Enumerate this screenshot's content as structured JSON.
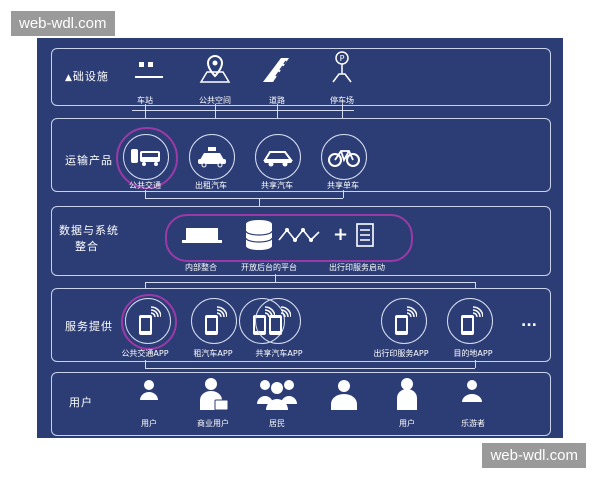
{
  "watermark": {
    "top": "web-wdl.com",
    "bottom": "web-wdl.com"
  },
  "layers": {
    "infrastructure": {
      "title": "础设施",
      "items": [
        {
          "label": "车站",
          "icon": "station-icon"
        },
        {
          "label": "公共空间",
          "icon": "map-pin-icon"
        },
        {
          "label": "道路",
          "icon": "road-icon"
        },
        {
          "label": "停车场",
          "icon": "parking-icon"
        }
      ]
    },
    "transport": {
      "title": "运输产品",
      "items": [
        {
          "label": "公共交通",
          "icon": "bus-train-icon"
        },
        {
          "label": "出租汽车",
          "icon": "taxi-icon"
        },
        {
          "label": "共享汽车",
          "icon": "car-icon"
        },
        {
          "label": "共享单车",
          "icon": "bicycle-icon"
        }
      ]
    },
    "data_integration": {
      "title_line1": "数据与系统",
      "title_line2": "整合",
      "items": [
        {
          "label": "内部整合",
          "icon": "laptop-icon"
        },
        {
          "label": "开放后台的平台",
          "icon": "database-icon"
        },
        {
          "label": "出行印服务启动",
          "icon": "checklist-icon"
        }
      ],
      "plus": "+"
    },
    "service": {
      "title": "服务提供",
      "items": [
        {
          "label": "公共交通APP",
          "icon": "phone-wifi-icon"
        },
        {
          "label": "租汽车APP",
          "icon": "phone-wifi-icon"
        },
        {
          "label": "共享汽车APP",
          "icon": "phone-wifi-icon"
        },
        {
          "label": "出行印服务APP",
          "icon": "phone-wifi-icon"
        },
        {
          "label": "目的地APP",
          "icon": "phone-wifi-icon"
        }
      ],
      "more": "..."
    },
    "users": {
      "title": "用户",
      "items": [
        {
          "label": "用户",
          "icon": "user-icon"
        },
        {
          "label": "商业用户",
          "icon": "business-user-icon"
        },
        {
          "label": "居民",
          "icon": "residents-icon"
        },
        {
          "label": "",
          "icon": "user-icon"
        },
        {
          "label": "用户",
          "icon": "user-icon"
        },
        {
          "label": "乐游者",
          "icon": "user-icon"
        }
      ]
    }
  },
  "colors": {
    "panel": "#2c3d76",
    "highlight": "#9b3aa6",
    "line": "#d6dcf0"
  }
}
